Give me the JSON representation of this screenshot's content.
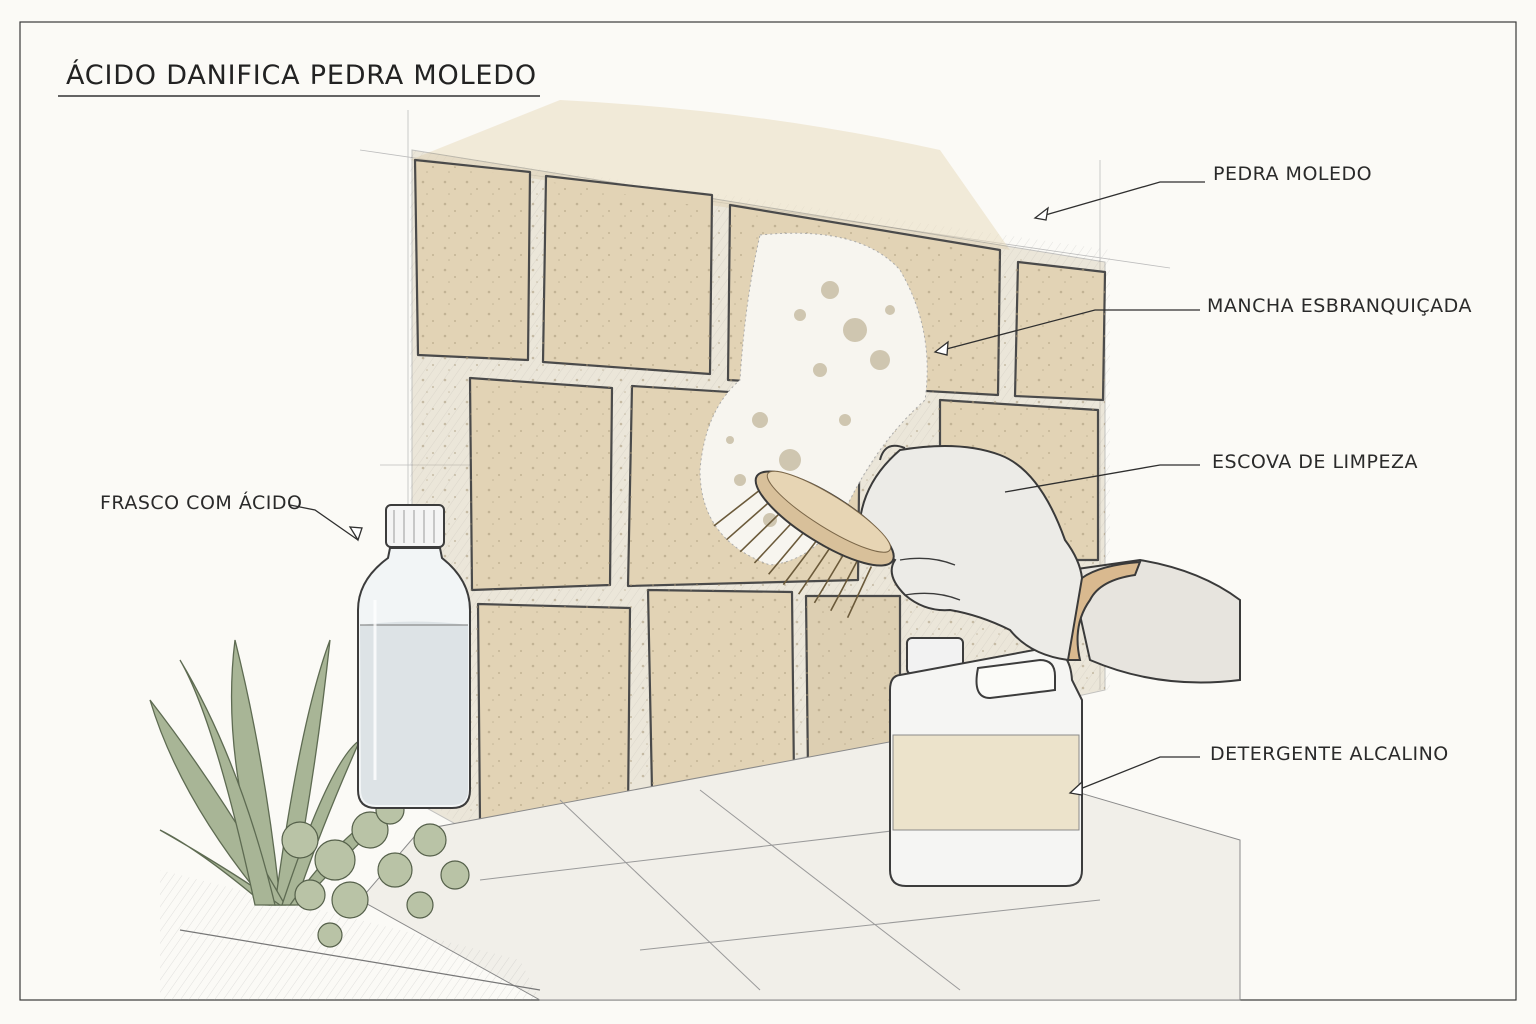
{
  "title": "ÁCIDO DANIFICA PEDRA MOLEDO",
  "labels": {
    "stone": "PEDRA MOLEDO",
    "stain": "MANCHA ESBRANQUIÇADA",
    "brush": "ESCOVA DE LIMPEZA",
    "acid_bottle": "FRASCO COM ÁCIDO",
    "detergent": "DETERGENTE ALCALINO"
  },
  "colors": {
    "paper": "#fbfaf6",
    "ink": "#3a3a3a",
    "stone": "#e2d3b5",
    "stain": "#f7f5ef",
    "plant": "#8fa07e",
    "glove": "#e9e7e2",
    "detergent_liquid": "#ece3cb"
  }
}
